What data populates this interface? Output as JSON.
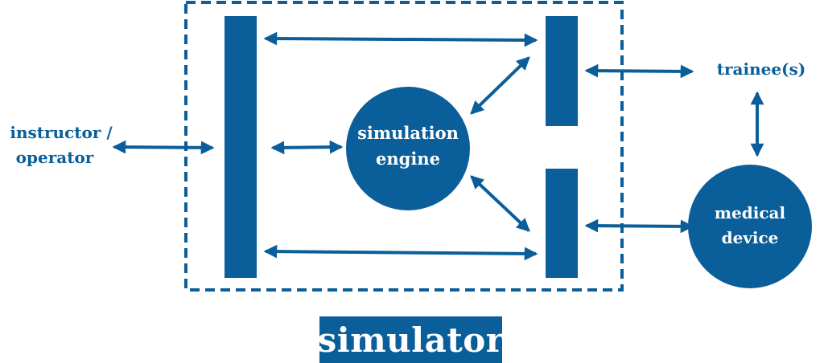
{
  "colors": {
    "primary": "#0a5e9a",
    "background": "#ffffff"
  },
  "labels": {
    "instructor_line1": "instructor /",
    "instructor_line2": "operator",
    "engine_line1": "simulation",
    "engine_line2": "engine",
    "trainee": "trainee(s)",
    "device_line1": "medical",
    "device_line2": "device",
    "simulator": "simulator"
  }
}
